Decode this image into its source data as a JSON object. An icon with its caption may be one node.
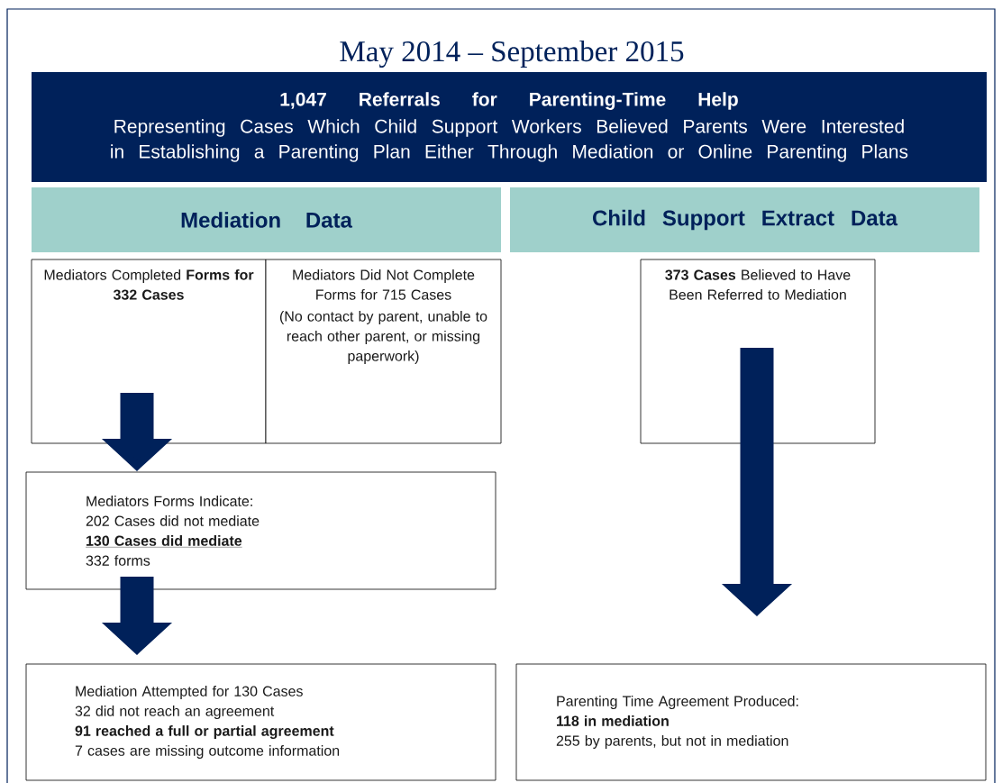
{
  "diagram": {
    "title": "May 2014 – September 2015",
    "nodes": [
      {
        "text": [
          "1,047 Referrals for Parenting-Time Help",
          "Representing Cases Which Child Support Workers Believed Parents Were Interested in Establishing a Parenting Plan Either Through Mediation or Online Parenting Plans"
        ]
      },
      {
        "text": [
          "Mediation Data"
        ]
      },
      {
        "text": [
          "Child Support Extract Data"
        ]
      },
      {
        "text": [
          "Mediators Completed **Forms for 332 Cases**"
        ]
      },
      {
        "text": [
          "Mediators Did Not Complete Forms for 715 Cases",
          "(No contact by parent, unable to reach other parent, or missing paperwork)"
        ]
      },
      {
        "text": [
          "**373 Cases** Believed to Have Been Referred to Mediation"
        ]
      },
      {
        "text": [
          "Mediators Forms Indicate:",
          "202 Cases did not mediate",
          "130 Cases did mediate",
          "332 forms"
        ]
      },
      {
        "text": [
          "Mediation Attempted for 130 Cases",
          "32 did not reach an agreement",
          "91 reached a full or partial agreement",
          "7 cases are missing outcome information"
        ]
      },
      {
        "text": [
          "Parenting Time Agreement Produced:",
          "118 in mediation",
          "255 by parents, but not in mediation"
        ]
      }
    ],
    "edges": [
      {
        "from": 3,
        "to": 6,
        "arrow": "to"
      },
      {
        "from": 6,
        "to": 7,
        "arrow": "to"
      },
      {
        "from": 5,
        "to": 8,
        "arrow": "to"
      }
    ]
  }
}
